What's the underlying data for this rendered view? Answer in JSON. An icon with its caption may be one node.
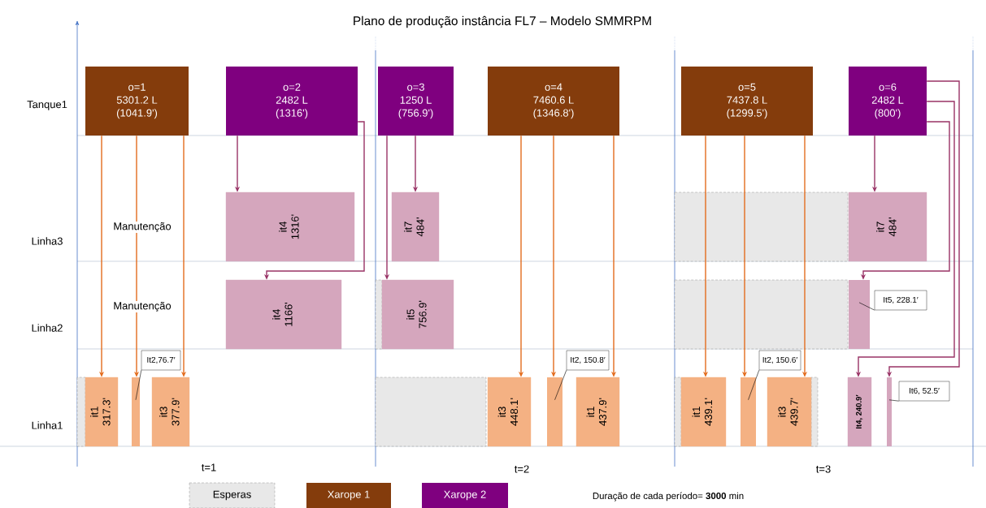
{
  "diagram": {
    "title": "Plano de produção instância FL7 – Modelo SMMRPM",
    "nodes": [
      {
        "text": [
          "o=1",
          "5301.2 L",
          "(1041.9')"
        ]
      },
      {
        "text": [
          "o=2",
          "2482 L",
          "(1316')"
        ]
      },
      {
        "text": [
          "o=3",
          "1250 L",
          "(756.9')"
        ]
      },
      {
        "text": [
          "o=4",
          "7460.6 L",
          "(1346.8')"
        ]
      },
      {
        "text": [
          "o=5",
          "7437.8 L",
          "(1299.5')"
        ]
      },
      {
        "text": [
          "o=6",
          "2482 L",
          "(800')"
        ]
      },
      {
        "text": [
          "it4",
          "1316'"
        ]
      },
      {
        "text": [
          "it7",
          "484'"
        ]
      },
      {
        "text": [
          "it7",
          "484'"
        ]
      },
      {
        "text": [
          "it4",
          "1166'"
        ]
      },
      {
        "text": [
          "it5",
          "756.9'"
        ]
      },
      {
        "text": [
          "It5, 228.1′"
        ]
      },
      {
        "text": [],
        "shape": "bar"
      },
      {
        "text": [
          "It2,76.7′"
        ]
      },
      {
        "text": [
          "It2, 150.8′"
        ]
      },
      {
        "text": [
          "It2, 150.6′"
        ]
      },
      {
        "text": [
          "It6, 52.5′"
        ]
      },
      {
        "text": [
          "it1",
          "317.3'"
        ]
      },
      {
        "text": [],
        "shape": "bar"
      },
      {
        "text": [
          "it3",
          "377.9'"
        ]
      },
      {
        "text": [
          "it3",
          "448.1'"
        ]
      },
      {
        "text": [],
        "shape": "bar"
      },
      {
        "text": [
          "it1",
          "437.9'"
        ]
      },
      {
        "text": [
          "it1",
          "439.1'"
        ]
      },
      {
        "text": [],
        "shape": "bar"
      },
      {
        "text": [
          "it3",
          "439.7'"
        ]
      },
      {
        "text": [
          "It4, 240.9′"
        ]
      },
      {
        "text": [],
        "shape": "bar"
      }
    ],
    "edges": [
      {
        "from": 0,
        "to": 17,
        "arrow": "to"
      },
      {
        "from": 0,
        "to": 18,
        "arrow": "to"
      },
      {
        "from": 0,
        "to": 19,
        "arrow": "to"
      },
      {
        "from": 1,
        "to": 6,
        "arrow": "to",
        "color": "#993366"
      },
      {
        "from": 1,
        "to": 9,
        "arrow": "to",
        "color": "#993366"
      },
      {
        "from": 2,
        "to": 10,
        "arrow": "to",
        "color": "#993366"
      },
      {
        "from": 2,
        "to": 7,
        "arrow": "to",
        "color": "#993366"
      },
      {
        "from": 3,
        "to": 20,
        "arrow": "to"
      },
      {
        "from": 3,
        "to": 21,
        "arrow": "to"
      },
      {
        "from": 3,
        "to": 22,
        "arrow": "to"
      },
      {
        "from": 4,
        "to": 23,
        "arrow": "to"
      },
      {
        "from": 4,
        "to": 24,
        "arrow": "to"
      },
      {
        "from": 4,
        "to": 25,
        "arrow": "to"
      },
      {
        "from": 5,
        "to": 26,
        "arrow": "to",
        "color": "#993366"
      },
      {
        "from": 5,
        "to": 12,
        "arrow": "to",
        "color": "#993366"
      },
      {
        "from": 5,
        "to": 8,
        "arrow": "to",
        "color": "#993366"
      },
      {
        "from": 5,
        "to": 27,
        "arrow": "to",
        "color": "#993366"
      },
      {
        "from": 11,
        "to": 12,
        "arrow": "none",
        "color": "#000000"
      },
      {
        "from": 13,
        "to": 18,
        "arrow": "none",
        "color": "#000000"
      },
      {
        "from": 14,
        "to": 21,
        "arrow": "none",
        "color": "#000000"
      },
      {
        "from": 15,
        "to": 24,
        "arrow": "none",
        "color": "#000000"
      },
      {
        "from": 16,
        "to": 27,
        "arrow": "none",
        "color": "#000000"
      }
    ],
    "labels": [
      "Tanque1",
      "Manutenção",
      "Linha3",
      "Manutenção",
      "Linha2",
      "Linha1",
      "t=1",
      "t=2",
      "t=3",
      "Duração de cada período= **3000** min"
    ],
    "legend": [
      {
        "text": "Esperas"
      },
      {
        "text": "Xarope 1",
        "color": "#843c0c"
      },
      {
        "text": "Xarope 2",
        "color": "#7f007f"
      }
    ]
  }
}
